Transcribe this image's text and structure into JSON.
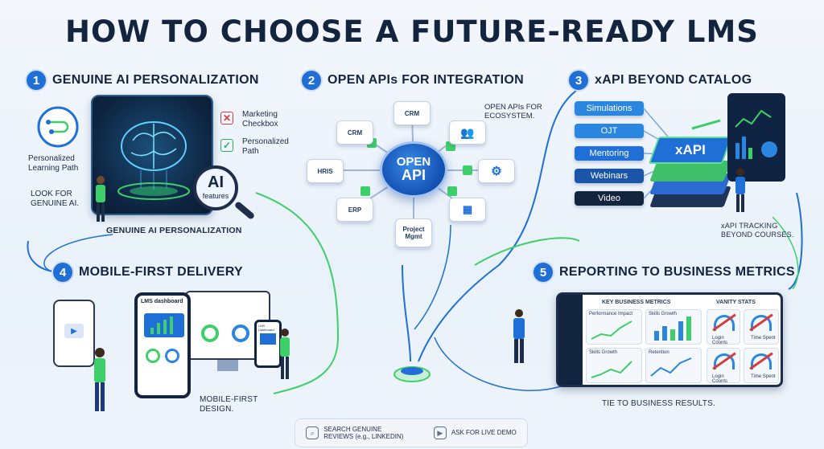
{
  "title": "HOW TO CHOOSE A FUTURE-READY LMS",
  "sections": [
    {
      "number": "1",
      "title": "GENUINE AI PERSONALIZATION"
    },
    {
      "number": "2",
      "title": "OPEN APIs FOR INTEGRATION"
    },
    {
      "number": "3",
      "title": "xAPI BEYOND CATALOG"
    },
    {
      "number": "4",
      "title": "MOBILE-FIRST DELIVERY"
    },
    {
      "number": "5",
      "title": "REPORTING TO BUSINESS METRICS"
    }
  ],
  "s1": {
    "path_label": "Personalized Learning Path",
    "look_for": "LOOK FOR GENUINE AI.",
    "marketing": "Marketing Checkbox",
    "personalized": "Personalized Path",
    "ai_big": "AI",
    "ai_small": "features",
    "caption": "GENUINE AI PERSONALIZATION"
  },
  "s2": {
    "hub_line1": "OPEN",
    "hub_line2": "API",
    "nodes": [
      "CRM",
      "HRIS",
      "ERP",
      "Project Mgmt"
    ],
    "note": "OPEN APIs FOR ECOSYSTEM."
  },
  "s3": {
    "items": [
      "Simulations",
      "OJT",
      "Mentoring",
      "Webinars",
      "Video"
    ],
    "stack_label": "xAPI",
    "note": "xAPI TRACKING BEYOND COURSES."
  },
  "s4": {
    "phone_title": "LMS dashboard",
    "small_title": "LMS Dashboard",
    "note": "MOBILE-FIRST DESIGN."
  },
  "s5": {
    "key_title": "KEY BUSINESS METRICS",
    "vanity_title": "VANITY STATS",
    "cards": [
      "Performance Impact",
      "Skills Growth",
      "Skills Growth",
      "Retention"
    ],
    "vanity": [
      "Login Counts",
      "Time Spent",
      "Login Counts",
      "Time Spent"
    ],
    "note": "TIE TO BUSINESS RESULTS."
  },
  "bottom": {
    "search": "SEARCH GENUINE REVIEWS (e.g., LINKEDIN)",
    "demo": "ASK FOR LIVE DEMO"
  },
  "colors": {
    "accent": "#1f6fd6",
    "green": "#3fcf6a",
    "navy": "#13243f"
  }
}
